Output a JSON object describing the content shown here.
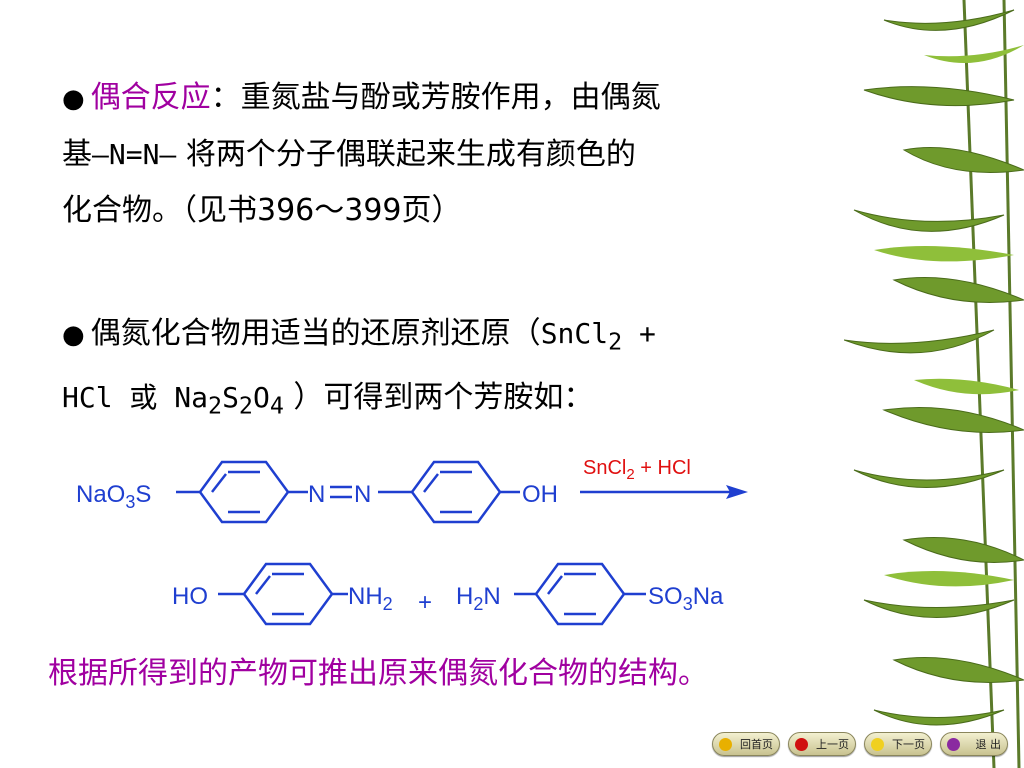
{
  "bullet1": {
    "bullet": "●",
    "highlight": "偶合反应",
    "text_a": "：重氮盐与酚或芳胺作用，由偶氮",
    "text_b": "基",
    "azo": "—N=N—",
    "text_c": " 将两个分子偶联起来生成有颜色的",
    "text_d": "化合物。（见书396～399页）"
  },
  "bullet2": {
    "bullet": "●",
    "text_a": "偶氮化合物用适当的还原剂还原（",
    "sncl": "SnCl",
    "sub2a": "2",
    "plus": " +",
    "hcl_or": "HCl 或 Na",
    "sub2b": "2",
    "s": "S",
    "sub2c": "2",
    "o": "O",
    "sub4": "4",
    "text_b": " ）可得到两个芳胺如："
  },
  "reaction": {
    "reactant_left": "NaO",
    "reactant_left_sub": "3",
    "reactant_left_s": "S",
    "azo_n1": "N",
    "azo_n2": "N",
    "oh": "OH",
    "reagent": "SnCl",
    "reagent_sub": "2",
    "reagent_rest": " + HCl",
    "prod1_ho": "HO",
    "prod1_nh": "NH",
    "prod1_sub": "2",
    "plus": "+",
    "prod2_h": "H",
    "prod2_sub": "2",
    "prod2_n": "N",
    "prod2_so": "SO",
    "prod2_sub3": "3",
    "prod2_na": "Na"
  },
  "conclusion": "根据所得到的产物可推出原来偶氮化合物的结构。",
  "nav": {
    "home": "回首页",
    "prev": "上一页",
    "next": "下一页",
    "exit": "退 出"
  },
  "colors": {
    "highlight": "#a000a0",
    "chem": "#1f3fd0",
    "reagent": "#e01010"
  }
}
